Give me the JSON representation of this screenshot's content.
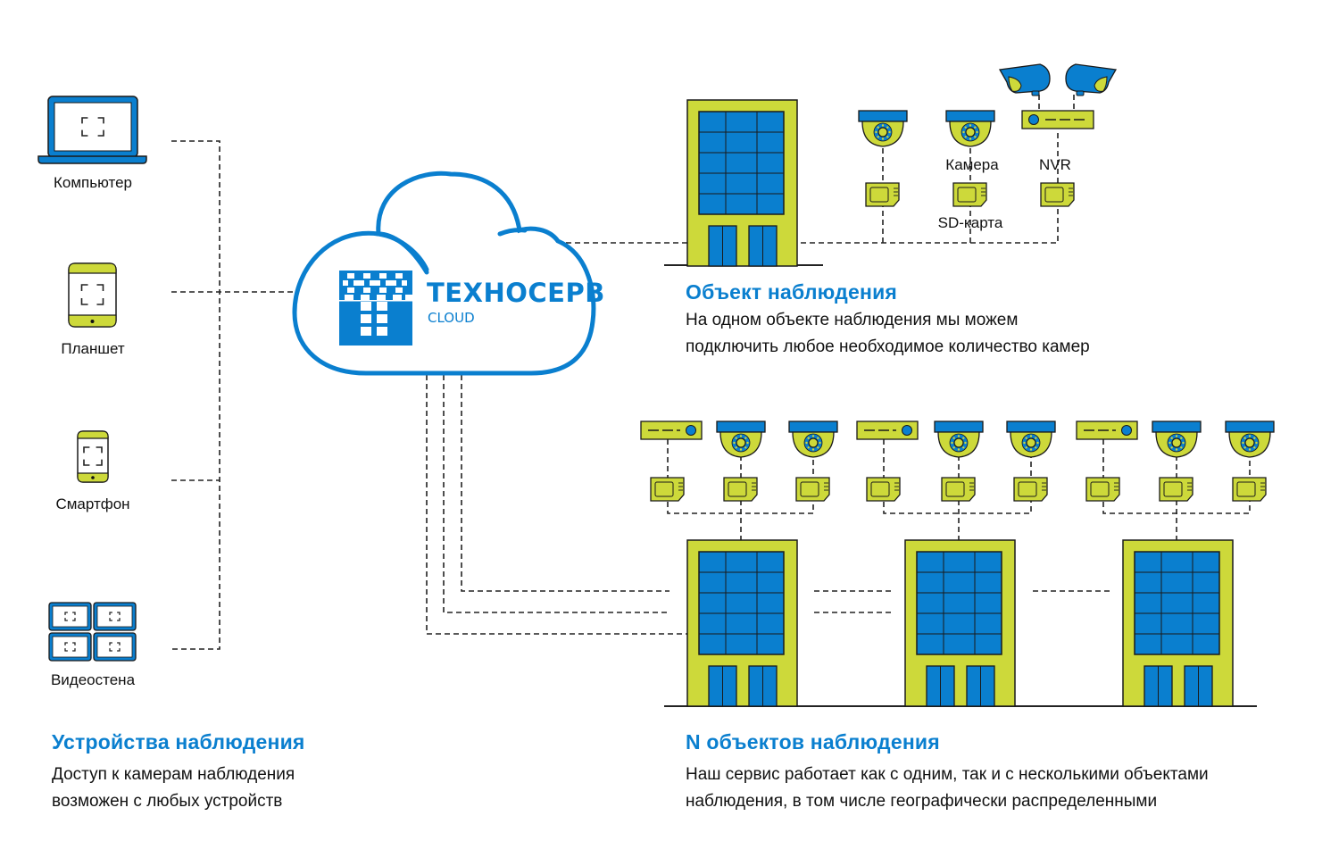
{
  "colors": {
    "brand_blue": "#0a7fcf",
    "device_green": "#cdd93a",
    "outline": "#1a1a1a",
    "text": "#111111"
  },
  "devices": {
    "title": "Устройства наблюдения",
    "description": [
      "Доступ к камерам наблюдения",
      "возможен с любых устройств"
    ],
    "items": [
      {
        "label": "Компьютер",
        "icon": "laptop-icon"
      },
      {
        "label": "Планшет",
        "icon": "tablet-icon"
      },
      {
        "label": "Смартфон",
        "icon": "smartphone-icon"
      },
      {
        "label": "Видеостена",
        "icon": "video-wall-icon"
      }
    ]
  },
  "cloud": {
    "brand": "ТЕХНОСЕРВ",
    "sub": "CLOUD",
    "icon": "cloud-icon"
  },
  "single_object": {
    "title": "Объект наблюдения",
    "description": [
      "На одном объекте наблюдения мы можем",
      "подключить любое необходимое количество камер"
    ],
    "labels": {
      "camera": "Камера",
      "nvr": "NVR",
      "sd_card": "SD-карта"
    }
  },
  "multi_object": {
    "title": "N объектов наблюдения",
    "description": [
      "Наш сервис работает как с одним, так и с несколькими объектами",
      "наблюдения, в том числе географически распределенными"
    ],
    "sites_count": 3
  }
}
